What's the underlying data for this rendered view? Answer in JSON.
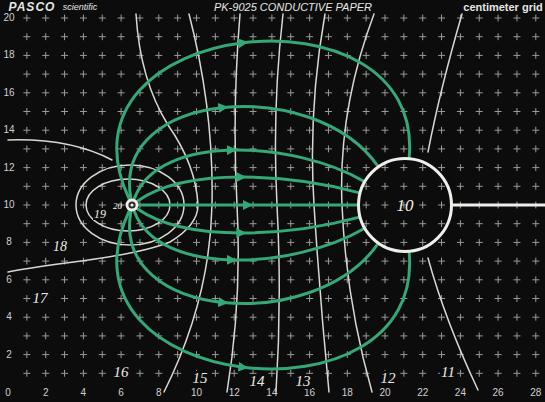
{
  "diagram": {
    "nodes": [
      {
        "text": [
          "20"
        ]
      },
      {
        "text": [
          "10"
        ]
      }
    ],
    "edges": [
      {
        "from": 0,
        "to": 1,
        "arrow": "to"
      },
      {
        "from": 0,
        "to": 1,
        "arrow": "to"
      },
      {
        "from": 0,
        "to": 1,
        "arrow": "to"
      },
      {
        "from": 0,
        "to": 1,
        "arrow": "to"
      },
      {
        "from": 0,
        "to": 1,
        "arrow": "to"
      },
      {
        "from": 0,
        "to": 1,
        "arrow": "to"
      },
      {
        "from": 0,
        "to": 1,
        "arrow": "to"
      },
      {
        "from": 0,
        "to": 1,
        "arrow": "to"
      },
      {
        "from": 0,
        "to": 1,
        "arrow": "to"
      }
    ],
    "labels": [
      "PASCO",
      "scientific",
      "PK-9025 CONDUCTIVE PAPER",
      "centimeter grid",
      "0",
      "2",
      "4",
      "6",
      "8",
      "10",
      "12",
      "14",
      "16",
      "18",
      "20",
      "22",
      "24",
      "26",
      "28",
      "2",
      "4",
      "6",
      "8",
      "10",
      "12",
      "14",
      "16",
      "18",
      "20",
      "19",
      "18",
      "17",
      "16",
      "15",
      "14",
      "13",
      "12",
      "11"
    ]
  }
}
